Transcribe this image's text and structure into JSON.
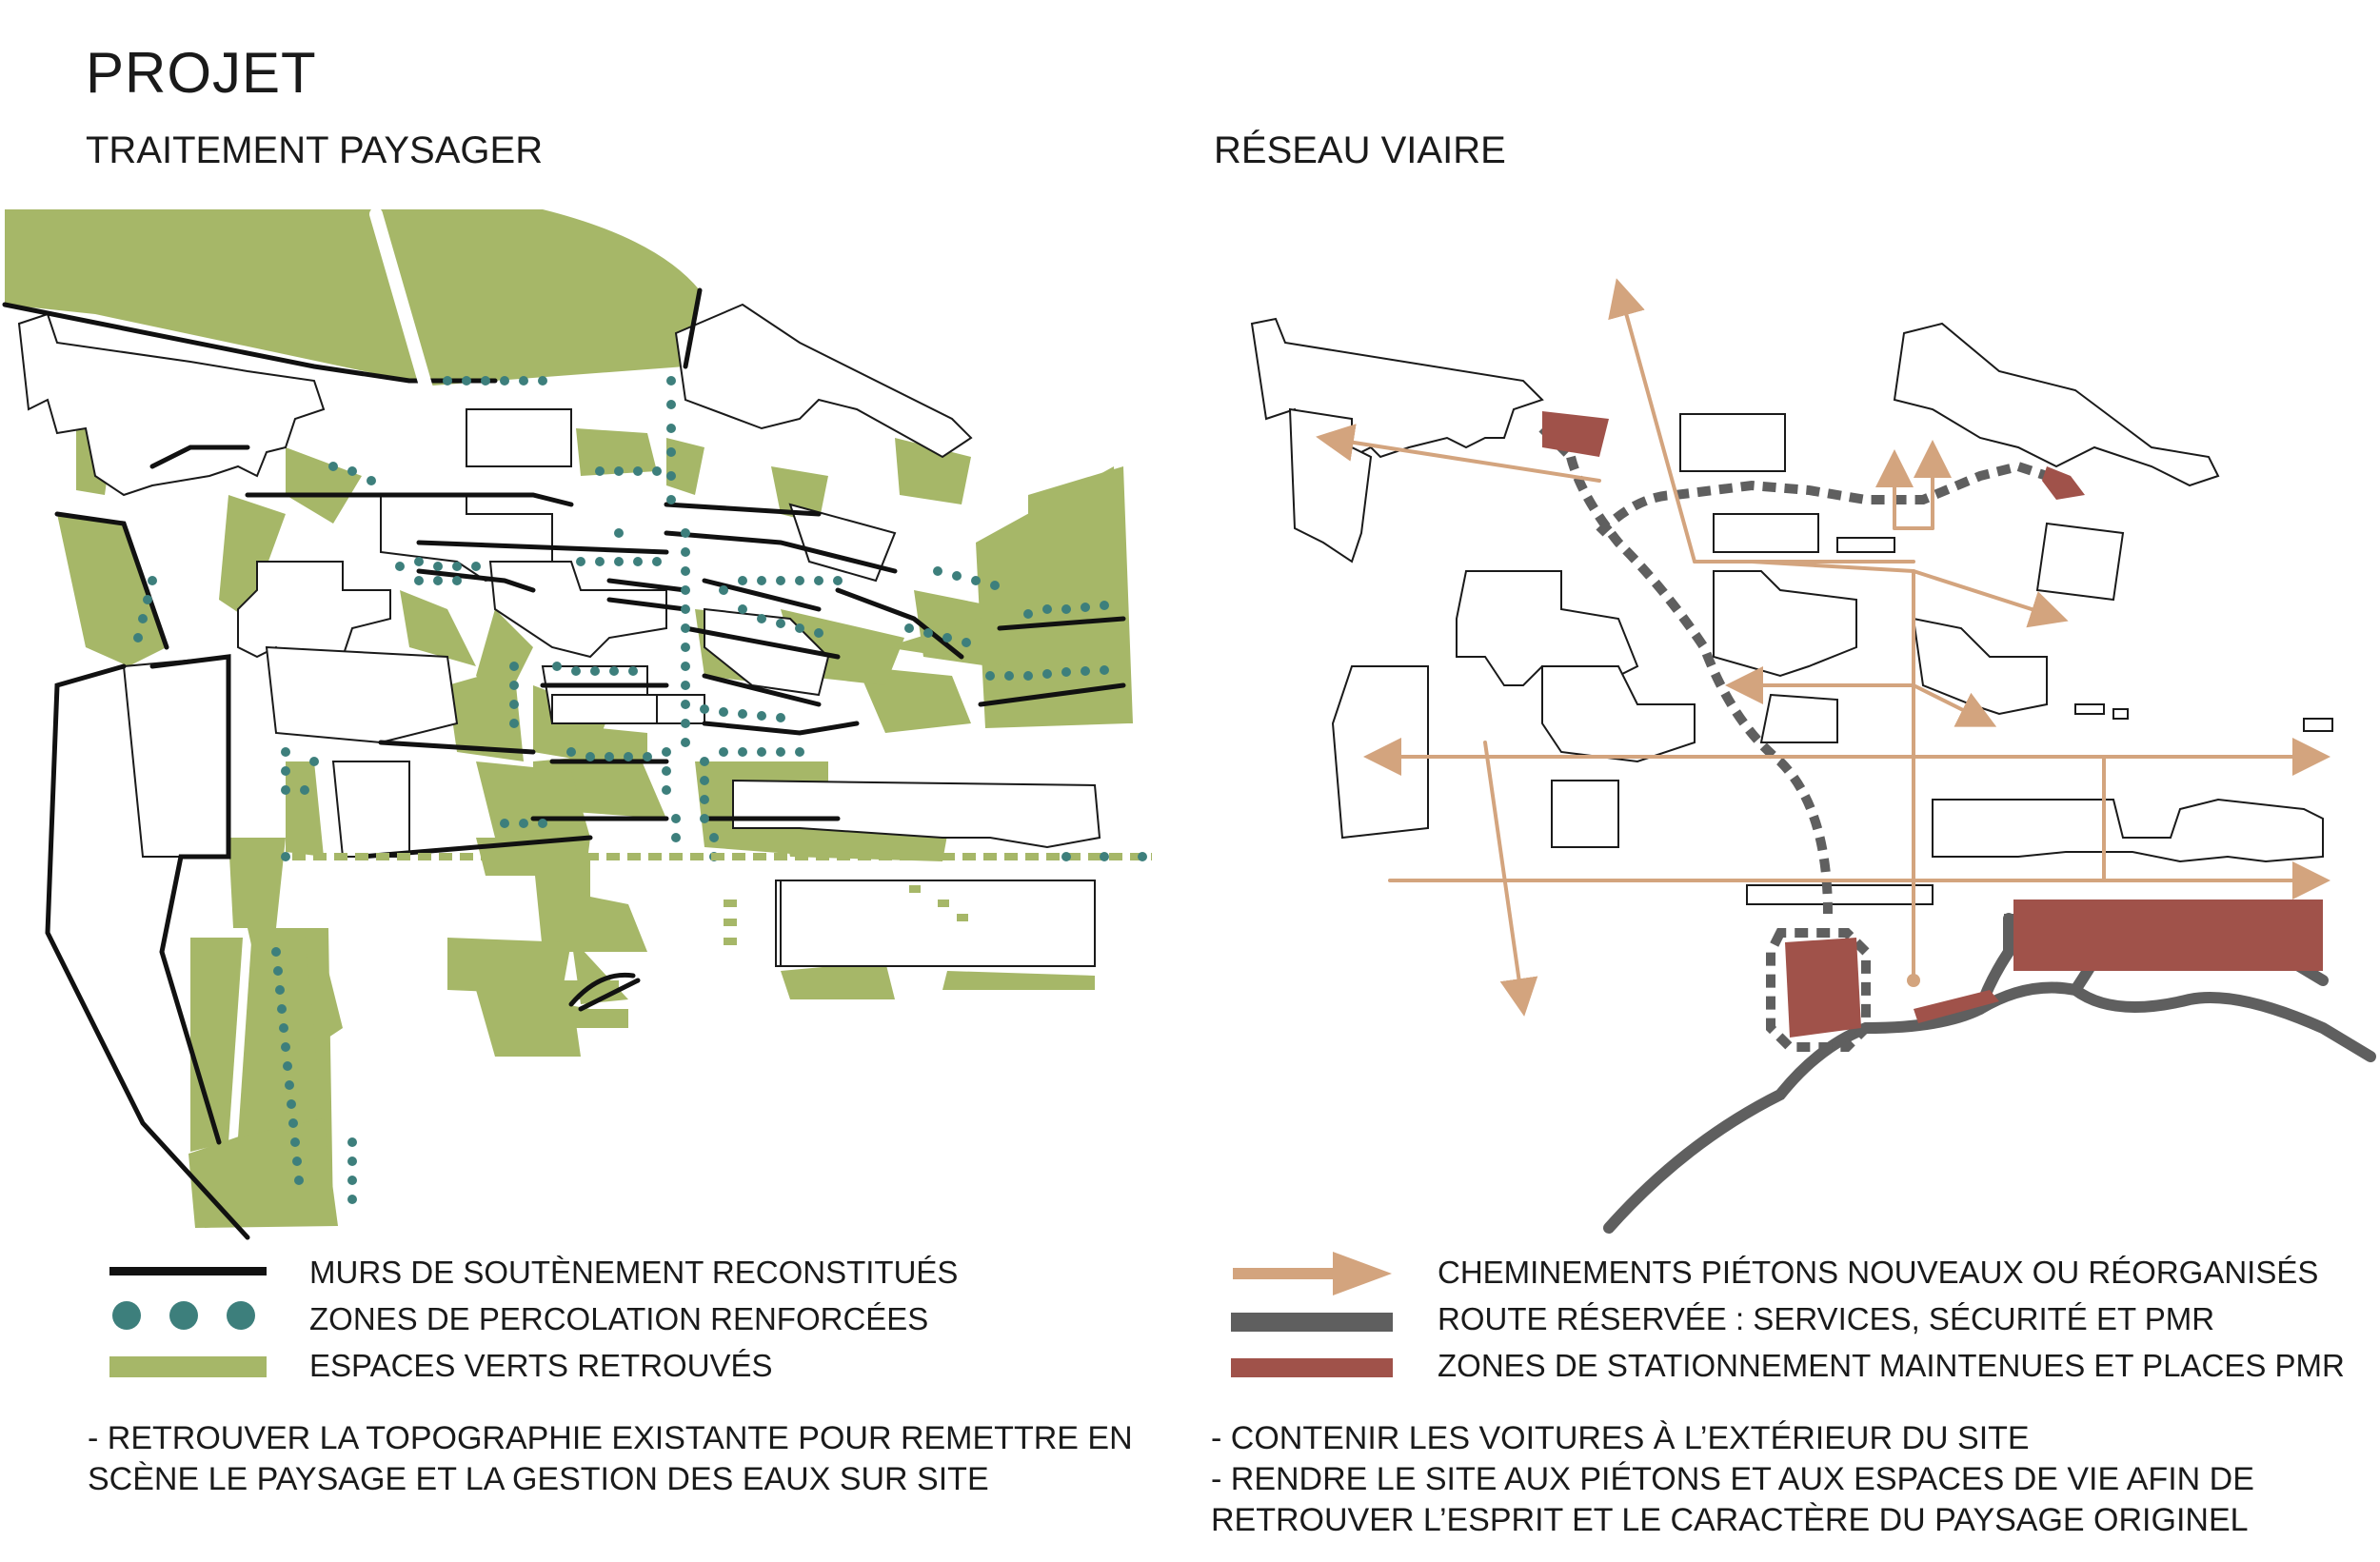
{
  "title": "PROJET",
  "left_panel": {
    "subtitle": "TRAITEMENT PAYSAGER",
    "legend": [
      {
        "label": "MURS DE SOUTÈNEMENT RECONSTITUÉS",
        "symbol": "black-line",
        "color": "#111111"
      },
      {
        "label": "ZONES DE PERCOLATION RENFORCÉES",
        "symbol": "teal-dots",
        "color": "#3d7f7c"
      },
      {
        "label": "ESPACES VERTS RETROUVÉS",
        "symbol": "green-bar",
        "color": "#a6b768"
      }
    ],
    "notes": [
      "- RETROUVER LA TOPOGRAPHIE EXISTANTE POUR REMETTRE EN",
      "SCÈNE LE PAYSAGE ET LA GESTION DES EAUX SUR SITE"
    ]
  },
  "right_panel": {
    "subtitle": "RÉSEAU VIAIRE",
    "legend": [
      {
        "label": "CHEMINEMENTS PIÉTONS NOUVEAUX OU RÉORGANISÉS",
        "symbol": "tan-arrow",
        "color": "#d3a47e"
      },
      {
        "label": "ROUTE RÉSERVÉE : SERVICES, SÉCURITÉ ET PMR",
        "symbol": "grey-bar",
        "color": "#5f5f5f"
      },
      {
        "label": "ZONES DE STATIONNEMENT MAINTENUES ET PLACES PMR",
        "symbol": "red-bar",
        "color": "#a0524a"
      }
    ],
    "notes": [
      "- CONTENIR LES VOITURES À L’EXTÉRIEUR DU SITE",
      "- RENDRE LE SITE AUX PIÉTONS ET AUX ESPACES DE VIE AFIN DE",
      "RETROUVER L’ESPRIT ET LE CARACTÈRE DU PAYSAGE ORIGINEL"
    ]
  }
}
